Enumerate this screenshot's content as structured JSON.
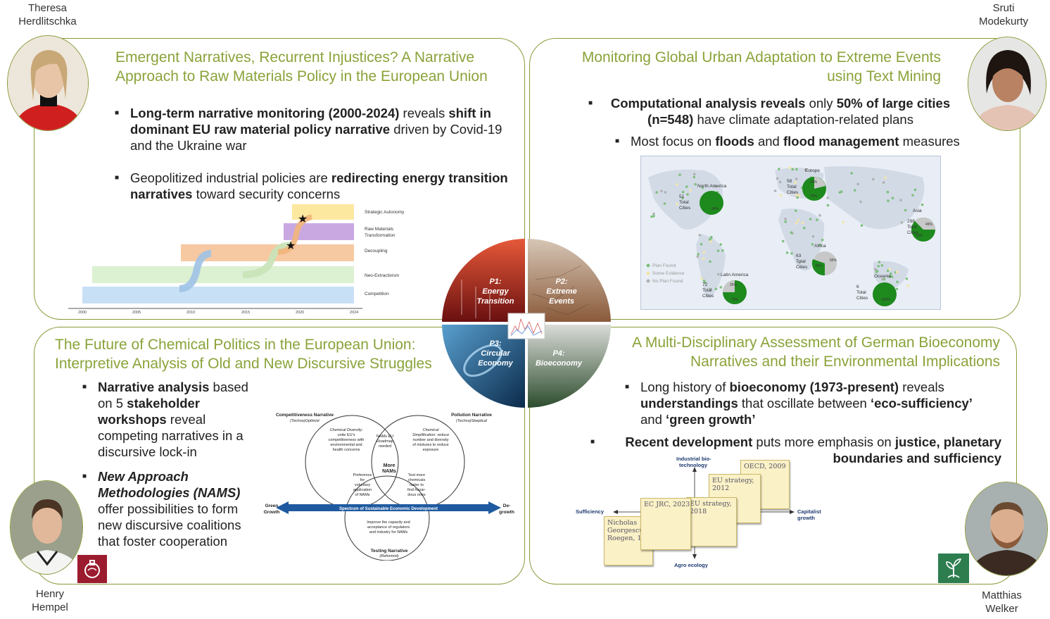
{
  "authors": {
    "top_left": {
      "first": "Theresa",
      "last": "Herdlitschka"
    },
    "top_right": {
      "first": "Sruti",
      "last": "Modekurty"
    },
    "bottom_left": {
      "first": "Henry",
      "last": "Hempel"
    },
    "bottom_right": {
      "first": "Matthias",
      "last": "Welker"
    }
  },
  "p1": {
    "title_l1": "Emergent Narratives, Recurrent Injustices? A Narrative",
    "title_l2": "Approach to Raw Materials Policy in the European Union",
    "b1_bold1": "Long-term narrative monitoring (2000-2024)",
    "b1_t1": " reveals ",
    "b1_bold2": "shift in dominant EU raw material policy narrative",
    "b1_t2": " driven by Covid-19 and the Ukraine war",
    "b2_t1": "Geopolitized industrial policies are ",
    "b2_bold": "redirecting energy transition narratives",
    "b2_t2": " toward security concerns",
    "chart": {
      "rows": [
        "Strategic Autonomy",
        "Raw Materials",
        "Transformation",
        "Decoupling",
        "Neo-Extractivism",
        "Competition"
      ],
      "years": [
        "2000",
        "2005",
        "2010",
        "2015",
        "2020",
        "2024"
      ]
    }
  },
  "p2": {
    "title_l1": "Monitoring Global Urban Adaptation to Extreme Events",
    "title_l2": "using Text Mining",
    "b1_bold1": "Computational analysis reveals",
    "b1_t1": " only ",
    "b1_bold2": "50% of large cities",
    "b1_bold3": "(n=548)",
    "b1_t2": " have climate adaptation-related plans",
    "b2_t1": "Most focus on ",
    "b2_bold1": "floods",
    "b2_t2": " and ",
    "b2_bold2": "flood management",
    "b2_t3": " measures",
    "map": {
      "legend": [
        "Plan Found",
        "Some Evidence",
        "No Plan Found"
      ],
      "total_word": "Total",
      "cities_word": "Cities",
      "regions": [
        {
          "name": "North America",
          "count": "51",
          "found_pct": "96%"
        },
        {
          "name": "Europe",
          "count": "58",
          "found_pct": "72%",
          "other_pct": "26%"
        },
        {
          "name": "Asia",
          "count": "298",
          "found_pct": "51%",
          "other_pct": "49%"
        },
        {
          "name": "Africa",
          "count": "63",
          "found_pct": "35%",
          "other_pct": "65%"
        },
        {
          "name": "Latin America",
          "count": "72",
          "found_pct": "75%",
          "other_pct": "25%"
        },
        {
          "name": "Oceania",
          "count": "6",
          "found_pct": "100%"
        }
      ]
    }
  },
  "p3": {
    "title_l1": "The Future of Chemical Politics in the European Union:",
    "title_l2": "Interpretive Analysis of Old and New Discursive Struggles",
    "b1_bold1": "Narrative analysis",
    "b1_t1": " based on 5 ",
    "b1_bold2": "stakeholder workshops",
    "b1_t2": " reveal competing narratives in a discursive lock-in",
    "b2_bold": "New Approach Methodologies (NAMS)",
    "b2_t": " offer possibilities to form new discursive coalitions that foster cooperation",
    "venn": {
      "comp": "Competitiveness Narrative",
      "comp_sub": "(Techno)Optimist",
      "poll": "Pollution Narrative",
      "poll_sub": "(Techno)Skeptical",
      "test": "Testing Narrative",
      "test_sub": "(Reformist)",
      "cd1": "Chemical Diversity:",
      "cd2": "unite EU's",
      "cd3": "competitiveness with",
      "cd4": "environmental and",
      "cd5": "health concerns",
      "cs1": "Chemical",
      "cs2": "Simplification: reduce",
      "cs3": "number and diversity",
      "cs4": "of mixtures to reduce",
      "cs5": "exposure",
      "rm1": "NAMs EU",
      "rm2": "Roadmap",
      "rm3": "needed",
      "mn1": "More",
      "mn2": "NAMs",
      "pf1": "Preference",
      "pf2": "for",
      "pf3": "voluntary",
      "pf4": "application",
      "pf5": "of NAMs",
      "tm1": "Test more",
      "tm2": "chemicals",
      "tm3": "faster to",
      "tm4": "find hazar-",
      "tm5": "dous ones",
      "ic1": "Improve the capacity and",
      "ic2": "acceptance of regulators",
      "ic3": "and industry for NAMs",
      "spectrum": "Spectrum of Sustainable Economic Development",
      "green1": "Green",
      "green2": "Growth",
      "de1": "De-",
      "de2": "growth"
    }
  },
  "p4": {
    "title_l1": "A Multi-Disciplinary Assessment of German Bioeconomy",
    "title_l2": "Narratives and their Environmental Implications",
    "b1_t1": "Long history of ",
    "b1_bold1": "bioeconomy (1973-present)",
    "b1_t2": " reveals ",
    "b1_bold2": "understandings",
    "b1_t3": " that oscillate between ",
    "b1_bold3": "‘eco-sufficiency’",
    "b1_t4": " and ",
    "b1_bold4": "‘green growth’",
    "b2_bold1": "Recent development",
    "b2_t1": " puts more emphasis on ",
    "b2_bold2": "justice, planetary boundaries and sufficiency",
    "axes": {
      "top1": "Industrial bio-",
      "top2": "technology",
      "left": "Sufficiency",
      "right1": "Capitalist",
      "right2": "growth",
      "bottom": "Agro ecology"
    },
    "notes": {
      "n1": "OECD, 2009",
      "n2a": "EU strategy,",
      "n2b": "2012",
      "n3a": "EU strategy,",
      "n3b": "2018",
      "n4": "EC JRC, 2023",
      "n5a": "Nicholas",
      "n5b": "Georgescu-",
      "n5c": "Roegen, 1971"
    }
  },
  "wheel": {
    "q1a": "P1:",
    "q1b": "Energy",
    "q1c": "Transition",
    "q2a": "P2:",
    "q2b": "Extreme",
    "q2c": "Events",
    "q3a": "P3:",
    "q3b": "Circular",
    "q3c": "Economy",
    "q4a": "P4:",
    "q4b": "Bioeconomy"
  },
  "colors": {
    "accent": "#8aa33a",
    "border": "#8a9a3a",
    "map_green": "#1e8a1e",
    "badge_red": "#9b1c2e",
    "badge_green": "#2e7d4f",
    "arrow_blue": "#1f5aa0"
  }
}
